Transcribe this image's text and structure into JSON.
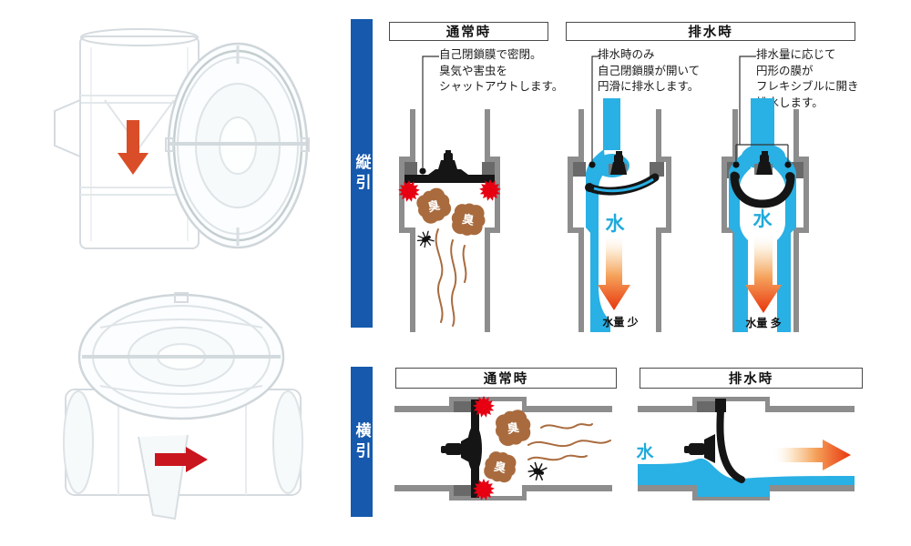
{
  "colors": {
    "section_bar_blue": "#1659ad",
    "water_cyan": "#29b0e4",
    "water_label_cyan": "#1faadc",
    "pipe_gray": "#8d8d8d",
    "flange_dark_gray": "#696969",
    "membrane_black": "#151515",
    "seal_red": "#e60012",
    "odor_brown": "#a96b3e",
    "flow_arrow_red": "#e8350c",
    "photo_arrow_down_red": "#d94e28",
    "photo_arrow_right_red": "#c9151e"
  },
  "sections": {
    "vertical": {
      "label": "縦引",
      "header_normal": "通常時",
      "header_drain": "排水時",
      "annotation_normal": [
        "自己閉鎖膜で密閉。",
        "臭気や害虫を",
        "シャットアウトします。"
      ],
      "annotation_drain_low": [
        "排水時のみ",
        "自己閉鎖膜が開いて",
        "円滑に排水します。"
      ],
      "annotation_drain_high": [
        "排水量に応じて",
        "円形の膜が",
        "フレキシブルに開き",
        "排水します。"
      ],
      "water_label": "水",
      "flow_low_label": "水量 少",
      "flow_high_label": "水量 多",
      "odor_label": "臭"
    },
    "horizontal": {
      "label": "横引",
      "header_normal": "通常時",
      "header_drain": "排水時",
      "water_label": "水",
      "odor_label": "臭"
    }
  },
  "photos": {
    "top_icon": "product-photo-vertical-valve",
    "bottom_icon": "product-photo-horizontal-valve"
  }
}
